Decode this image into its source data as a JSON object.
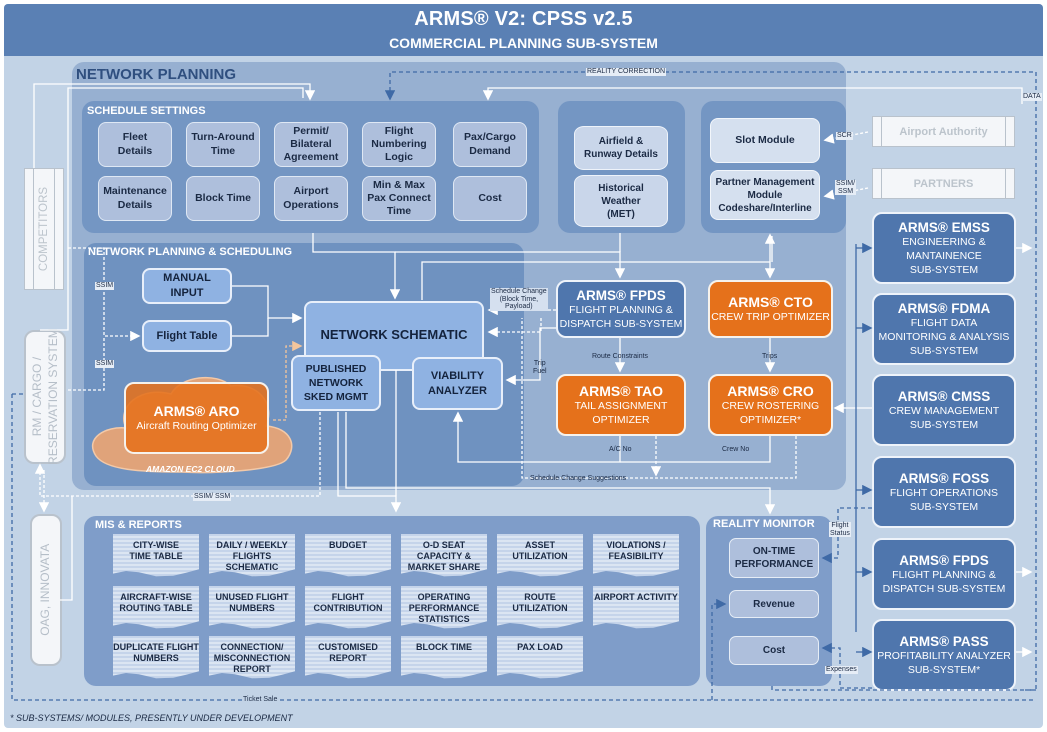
{
  "header": {
    "title": "ARMS® V2: CPSS v2.5",
    "subtitle": "COMMERCIAL PLANNING SUB-SYSTEM"
  },
  "network_planning": {
    "title": "NETWORK PLANNING",
    "schedule_settings": {
      "title": "SCHEDULE SETTINGS",
      "tiles": [
        "Fleet\nDetails",
        "Turn-Around\nTime",
        "Permit/\nBilateral\nAgreement",
        "Flight\nNumbering\nLogic",
        "Pax/Cargo\nDemand",
        "Maintenance\nDetails",
        "Block Time",
        "Airport\nOperations",
        "Min & Max\nPax Connect\nTime",
        "Cost"
      ]
    },
    "databases": [
      "Airfield &\nRunway Details",
      "Historical\nWeather\n(MET)"
    ],
    "modules": [
      "Slot Module",
      "Partner Management\nModule\nCodeshare/Interline"
    ],
    "nps": {
      "title": "NETWORK PLANNING & SCHEDULING",
      "manual_input": "MANUAL\nINPUT",
      "flight_table": "Flight Table",
      "network_schematic": "NETWORK SCHEMATIC",
      "published": "PUBLISHED\nNETWORK\nSKED MGMT",
      "viability": "VIABILITY\nANALYZER",
      "aro_title": "ARMS® ARO",
      "aro_sub": "Aircraft Routing Optimizer",
      "cloud_label": "AMAZON EC2 CLOUD"
    }
  },
  "optimizers": {
    "fpds": {
      "title": "ARMS® FPDS",
      "sub": "FLIGHT PLANNING &\nDISPATCH SUB-SYSTEM"
    },
    "cto": {
      "title": "ARMS® CTO",
      "sub": "CREW TRIP OPTIMIZER"
    },
    "tao": {
      "title": "ARMS® TAO",
      "sub": "TAIL ASSIGNMENT\nOPTIMIZER"
    },
    "cro": {
      "title": "ARMS® CRO",
      "sub": "CREW ROSTERING\nOPTIMIZER*"
    }
  },
  "external": {
    "airport_authority": "Airport Authority",
    "partners": "PARTNERS",
    "competitors": "COMPETITORS",
    "rm_system": "RM / CARGO /\nRESERVATION SYSTEM",
    "oag": "OAG, INNOVATA"
  },
  "subsystems": [
    {
      "title": "ARMS® EMSS",
      "sub": "ENGINEERING &\nMANTAINENCE\nSUB-SYSTEM"
    },
    {
      "title": "ARMS® FDMA",
      "sub": "FLIGHT DATA\nMONITORING & ANALYSIS\nSUB-SYSTEM"
    },
    {
      "title": "ARMS® CMSS",
      "sub": "CREW MANAGEMENT\nSUB-SYSTEM"
    },
    {
      "title": "ARMS® FOSS",
      "sub": "FLIGHT OPERATIONS\nSUB-SYSTEM"
    },
    {
      "title": "ARMS® FPDS",
      "sub": "FLIGHT PLANNING &\nDISPATCH SUB-SYSTEM"
    },
    {
      "title": "ARMS® PASS",
      "sub": "PROFITABILITY ANALYZER\nSUB-SYSTEM*"
    }
  ],
  "mis": {
    "title": "MIS & REPORTS",
    "reports": [
      "CITY-WISE\nTIME TABLE",
      "DAILY  / WEEKLY\nFLIGHTS\nSCHEMATIC",
      "BUDGET",
      "O-D SEAT\nCAPACITY &\nMARKET SHARE",
      "ASSET\nUTILIZATION",
      "VIOLATIONS /\nFEASIBILITY",
      "AIRCRAFT-WISE\nROUTING TABLE",
      "UNUSED FLIGHT\nNUMBERS",
      "FLIGHT\nCONTRIBUTION",
      "OPERATING\nPERFORMANCE\nSTATISTICS",
      "ROUTE\nUTILIZATION",
      "AIRPORT ACTIVITY",
      "DUPLICATE FLIGHT\nNUMBERS",
      "CONNECTION/\nMISCONNECTION\nREPORT",
      "CUSTOMISED\nREPORT",
      "BLOCK TIME",
      "PAX LOAD"
    ]
  },
  "reality_monitor": {
    "title": "REALITY MONITOR",
    "items": [
      "ON-TIME\nPERFORMANCE",
      "Revenue",
      "Cost"
    ]
  },
  "flow_labels": {
    "reality_correction": "REALITY CORRECTION",
    "data": "DATA",
    "scr": "SCR",
    "ssim_ssm": "SSIM/\nSSM",
    "ssim1": "SSIM",
    "ssim2": "SSIM",
    "schedule_change": "Schedule Change\n(Block Time,\nPayload)",
    "trip_fuel": "Trip\nFuel",
    "route_constraints": "Route Constraints",
    "trips": "Trips",
    "ac_no": "A/C No",
    "crew_no": "Crew No",
    "schedule_change_suggestions": "Schedule Change Suggestions",
    "ssim_ssm_bottom": "SSIM/ SSM",
    "flight_status": "Flight\nStatus",
    "expenses": "Expenses",
    "ticket_sale": "Ticket Sale"
  },
  "footnote": "* SUB-SYSTEMS/ MODULES, PRESENTLY UNDER DEVELOPMENT",
  "colors": {
    "header": "#5a80b4",
    "orange": "#e5711b",
    "dark_blue": "#4f76ad",
    "light_blue_node": "#8fb2e2",
    "background": "#c2d3e6"
  }
}
